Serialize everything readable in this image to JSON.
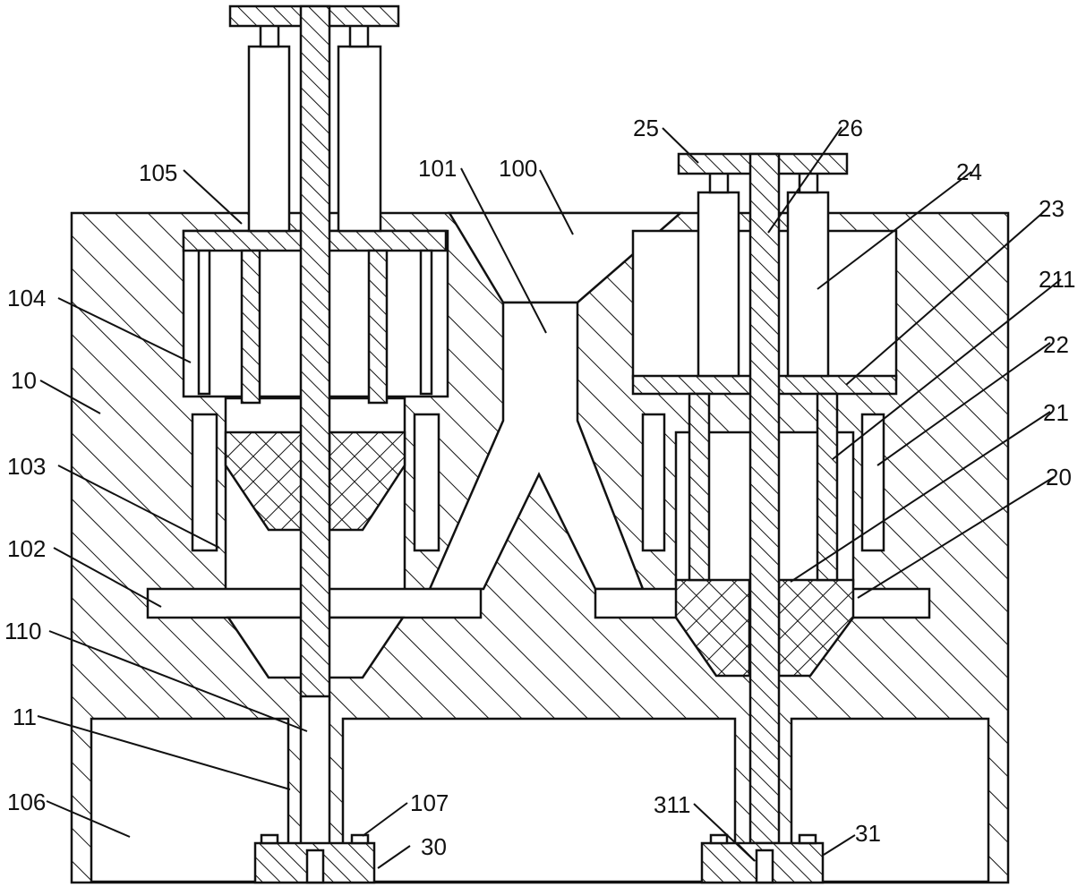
{
  "figure": {
    "labels": {
      "l10": "10",
      "l11": "11",
      "l20": "20",
      "l21": "21",
      "l22": "22",
      "l23": "23",
      "l24": "24",
      "l25": "25",
      "l26": "26",
      "l30": "30",
      "l31": "31",
      "l100": "100",
      "l101": "101",
      "l102": "102",
      "l103": "103",
      "l104": "104",
      "l105": "105",
      "l106": "106",
      "l107": "107",
      "l110": "110",
      "l211": "211",
      "l311": "311"
    }
  }
}
